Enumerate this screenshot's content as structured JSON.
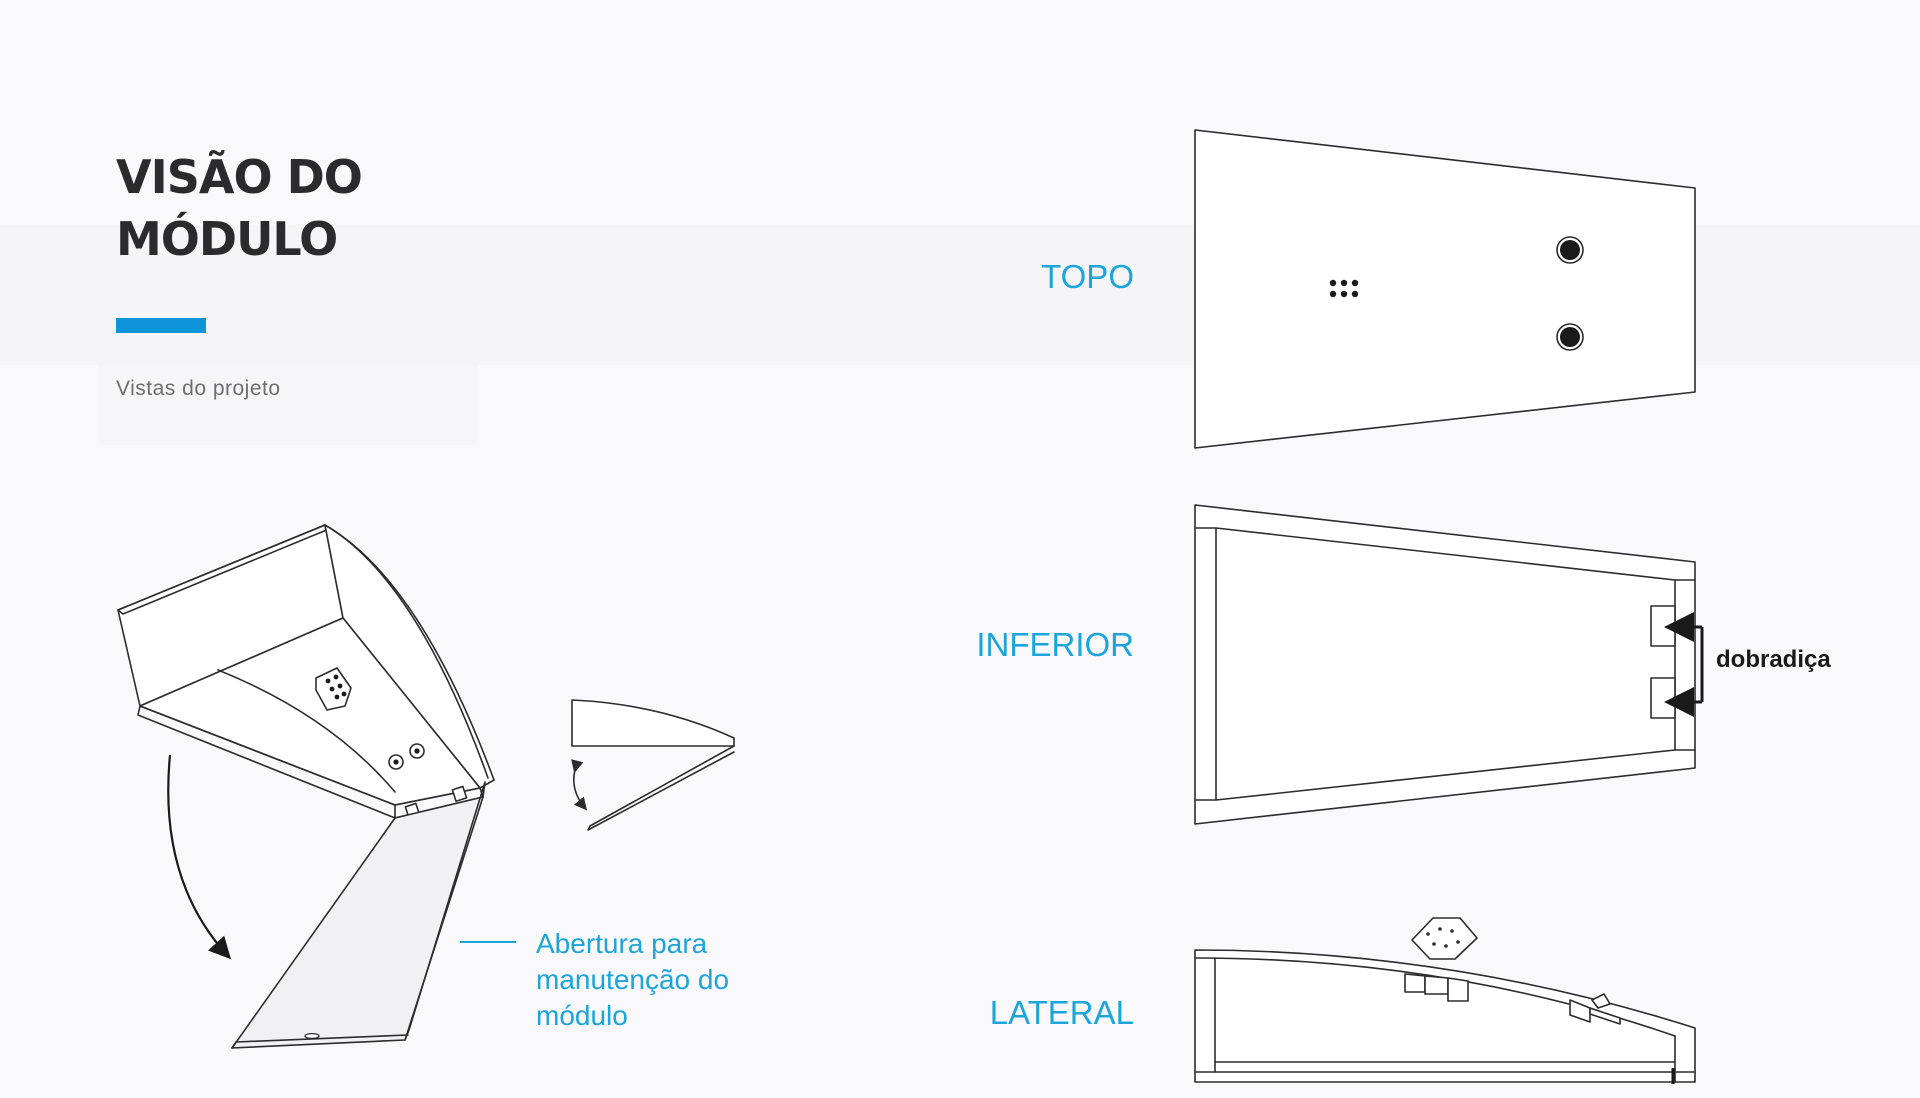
{
  "header": {
    "title_line1": "VISÃO DO",
    "title_line2": "MÓDULO",
    "subtitle": "Vistas do projeto"
  },
  "views": {
    "top": "TOPO",
    "bottom": "INFERIOR",
    "side": "LATERAL"
  },
  "annotations": {
    "hinge": "dobradiça",
    "opening_line1": "Abertura para",
    "opening_line2": "manutenção do",
    "opening_line3": "módulo"
  },
  "colors": {
    "accent": "#0d94d9",
    "label": "#1ba5dc",
    "title": "#2b2b2d",
    "line": "#2c2c2e"
  }
}
